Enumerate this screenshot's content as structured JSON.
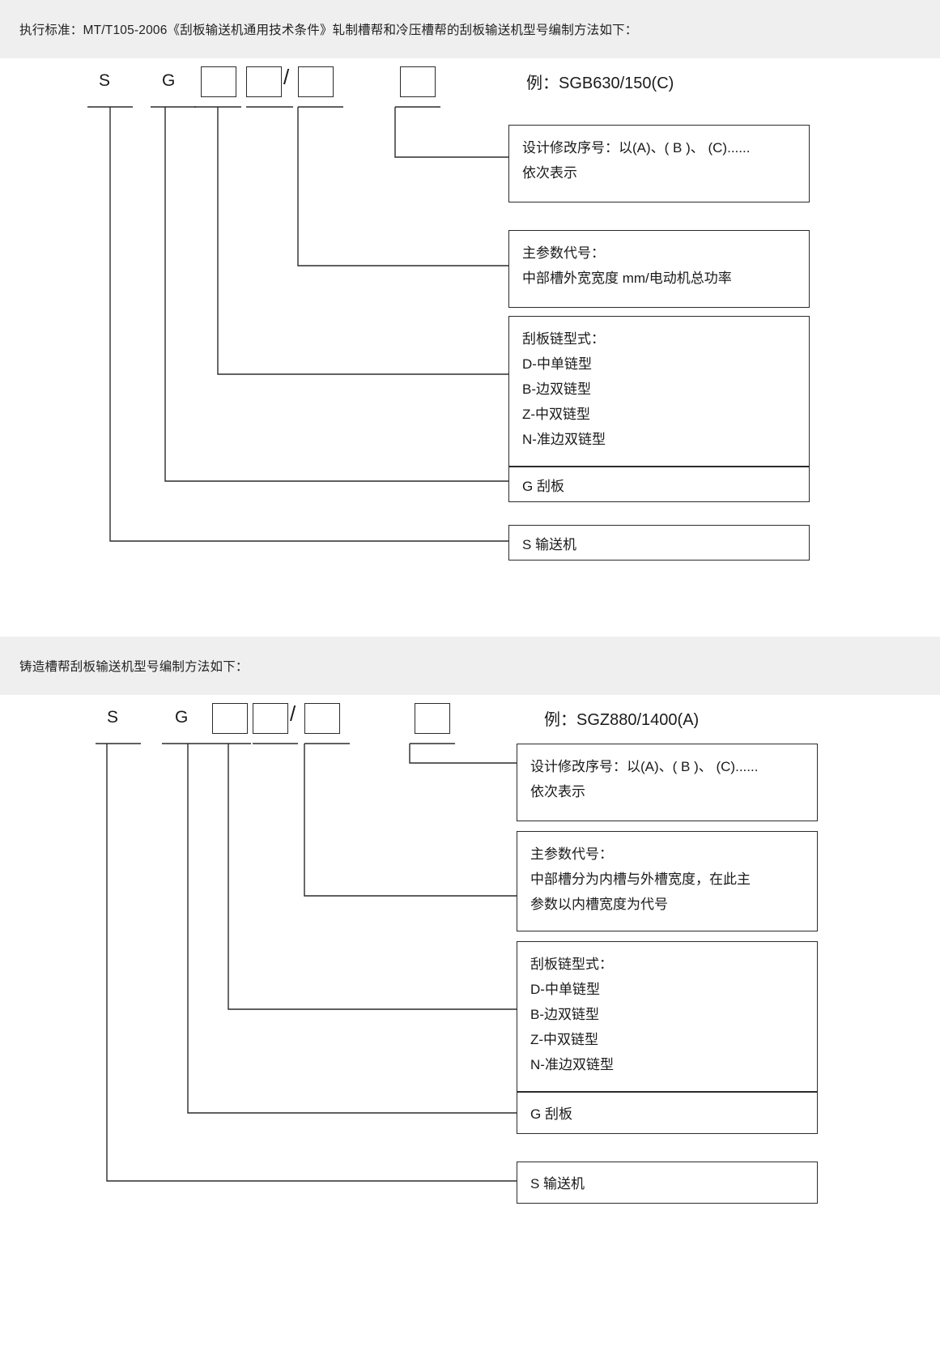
{
  "sections": [
    {
      "banner": "执行标准：MT/T105-2006《刮板输送机通用技术条件》轧制槽帮和冷压槽帮的刮板输送机型号编制方法如下：",
      "code": {
        "letter1": "S",
        "letter2": "G",
        "slash": "/",
        "example": "例：SGB630/150(C)"
      },
      "boxes": {
        "revision": {
          "line1": "设计修改序号：以(A)、( B )、 (C)......",
          "line2": "依次表示"
        },
        "main_param": {
          "line1": "主参数代号：",
          "line2": "中部槽外宽宽度  mm/电动机总功率"
        },
        "chain": {
          "title": "刮板链型式：",
          "items": [
            "D-中单链型",
            "B-边双链型",
            "Z-中双链型",
            "N-准边双链型"
          ]
        },
        "scraper": "G 刮板",
        "conveyor": "S 输送机"
      }
    },
    {
      "banner": "铸造槽帮刮板输送机型号编制方法如下：",
      "code": {
        "letter1": "S",
        "letter2": "G",
        "slash": "/",
        "example": "例：SGZ880/1400(A)"
      },
      "boxes": {
        "revision": {
          "line1": "设计修改序号：以(A)、( B )、 (C)......",
          "line2": "依次表示"
        },
        "main_param": {
          "line1": "主参数代号：",
          "line2": "中部槽分为内槽与外槽宽度，在此主",
          "line3": "参数以内槽宽度为代号"
        },
        "chain": {
          "title": "刮板链型式：",
          "items": [
            "D-中单链型",
            "B-边双链型",
            "Z-中双链型",
            "N-准边双链型"
          ]
        },
        "scraper": "G 刮板",
        "conveyor": "S 输送机"
      }
    }
  ],
  "colors": {
    "banner_bg": "#efefef",
    "line": "#2b2b2b",
    "text": "#1a1a1a",
    "page_bg": "#ffffff"
  }
}
